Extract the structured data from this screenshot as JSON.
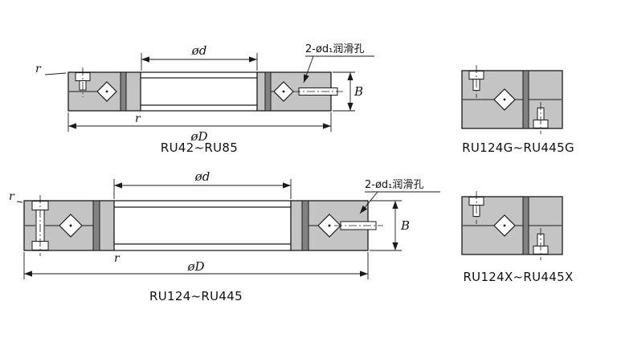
{
  "page": {
    "background": "#ffffff"
  },
  "colors": {
    "line": "#1a1a1a",
    "section_fill": "#c4c4c4",
    "spacer_fill": "#828282",
    "hole_fill": "#ffffff"
  },
  "drawings": {
    "ru42": {
      "series_label": "RU42~RU85",
      "inner_diameter_label": "ød",
      "outer_diameter_label": "øD",
      "width_label": "B",
      "fillet_label": "r",
      "lube_hole_label": "2-ød₁润滑孔"
    },
    "ru124": {
      "series_label": "RU124~RU445",
      "inner_diameter_label": "ød",
      "outer_diameter_label": "øD",
      "width_label": "B",
      "fillet_label": "r",
      "lube_hole_label": "2-ød₁润滑孔"
    },
    "ru124g": {
      "series_label": "RU124G~RU445G"
    },
    "ru124x": {
      "series_label": "RU124X~RU445X"
    }
  }
}
